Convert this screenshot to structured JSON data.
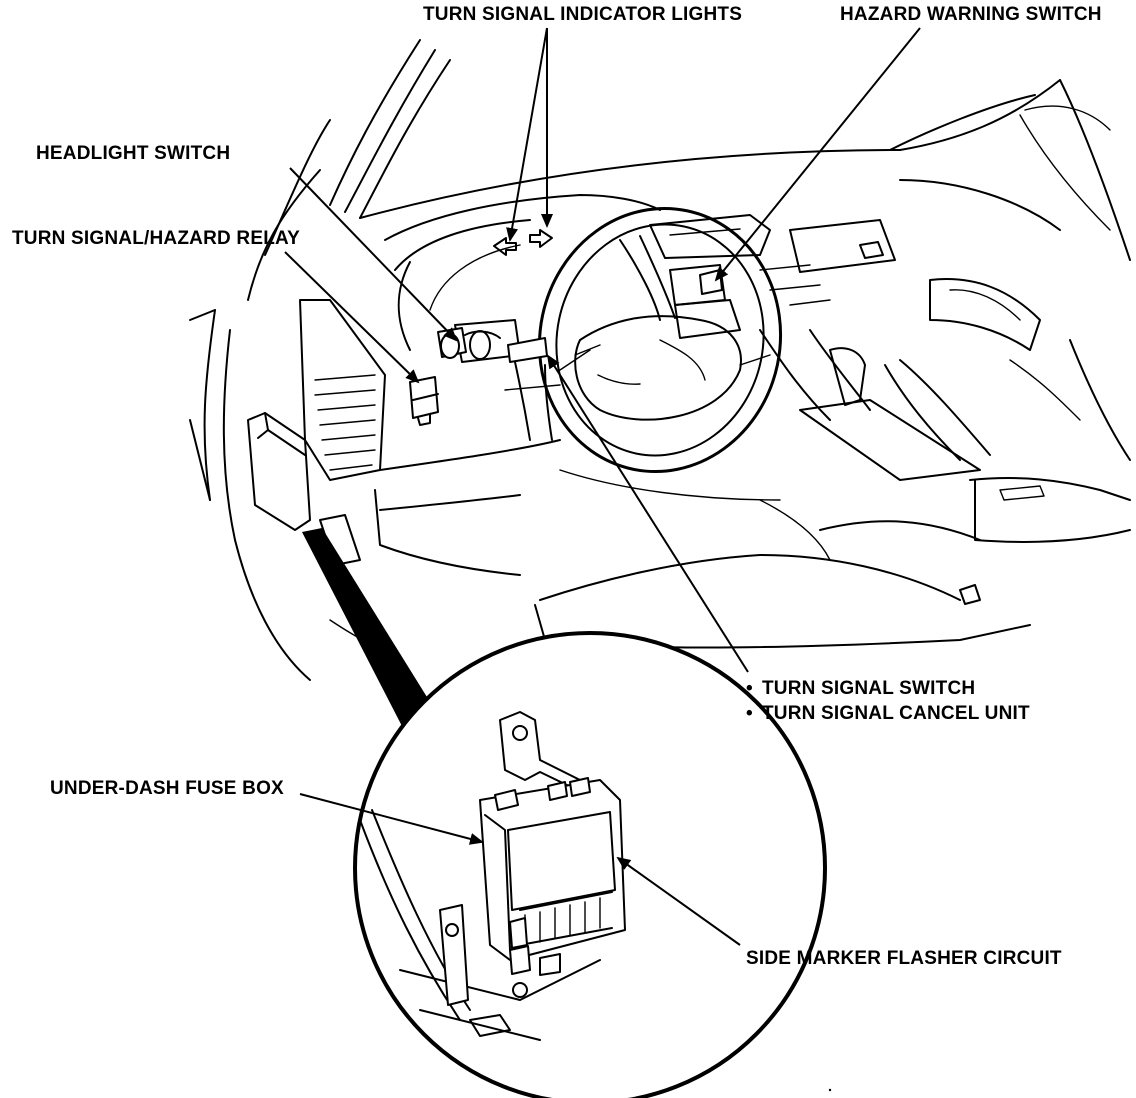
{
  "labels": {
    "turn_signal_indicator_lights": "TURN SIGNAL INDICATOR LIGHTS",
    "hazard_warning_switch": "HAZARD WARNING SWITCH",
    "headlight_switch": "HEADLIGHT SWITCH",
    "turn_signal_hazard_relay": "TURN SIGNAL/HAZARD RELAY",
    "turn_signal_switch": "TURN SIGNAL SWITCH",
    "turn_signal_cancel_unit": "TURN SIGNAL CANCEL UNIT",
    "under_dash_fuse_box": "UNDER-DASH FUSE BOX",
    "side_marker_flasher_circuit": "SIDE MARKER FLASHER CIRCUIT"
  },
  "bullet": "•",
  "colors": {
    "ink": "#000000",
    "paper": "#ffffff"
  }
}
